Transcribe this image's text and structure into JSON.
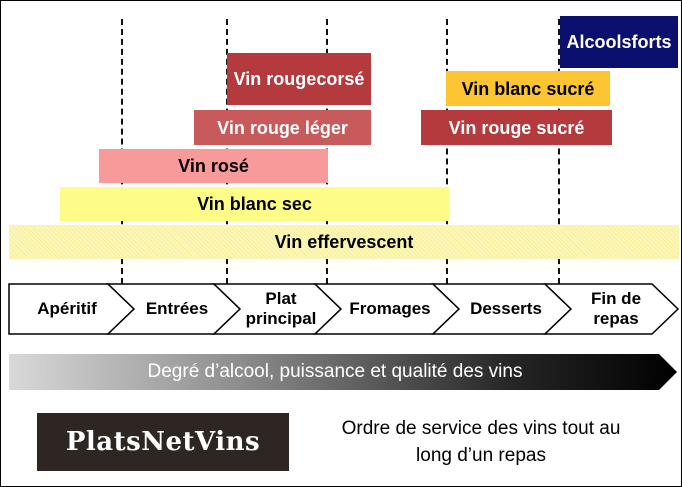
{
  "wine_bands": [
    {
      "label_lines": [
        "Alcools",
        "forts"
      ],
      "color": "#0b0f6e"
    },
    {
      "label_lines": [
        "Vin rouge",
        "corsé"
      ],
      "color": "#b53a3d"
    },
    {
      "label_lines": [
        "Vin blanc sucré"
      ],
      "color": "#fcc531"
    },
    {
      "label_lines": [
        "Vin rouge léger"
      ],
      "color": "#c95a5c"
    },
    {
      "label_lines": [
        "Vin rouge sucré"
      ],
      "color": "#b53a3d"
    },
    {
      "label_lines": [
        "Vin rosé"
      ],
      "color": "#f8999a"
    },
    {
      "label_lines": [
        "Vin blanc sec"
      ],
      "color": "#fcfc86"
    },
    {
      "label_lines": [
        "Vin effervescent"
      ],
      "color": "#fcf7b9"
    }
  ],
  "meal_steps": [
    {
      "label_lines": [
        "Apéritif"
      ]
    },
    {
      "label_lines": [
        "Entrées"
      ]
    },
    {
      "label_lines": [
        "Plat",
        "principal"
      ]
    },
    {
      "label_lines": [
        "Fromages"
      ]
    },
    {
      "label_lines": [
        "Desserts"
      ]
    },
    {
      "label_lines": [
        "Fin de",
        "repas"
      ]
    }
  ],
  "gradient_bar": {
    "label": "Degré d’alcool, puissance et qualité des vins"
  },
  "logo": {
    "text": "PlatsNetVins"
  },
  "caption": {
    "lines": [
      "Ordre de service des vins tout au",
      "long d’un repas"
    ]
  }
}
